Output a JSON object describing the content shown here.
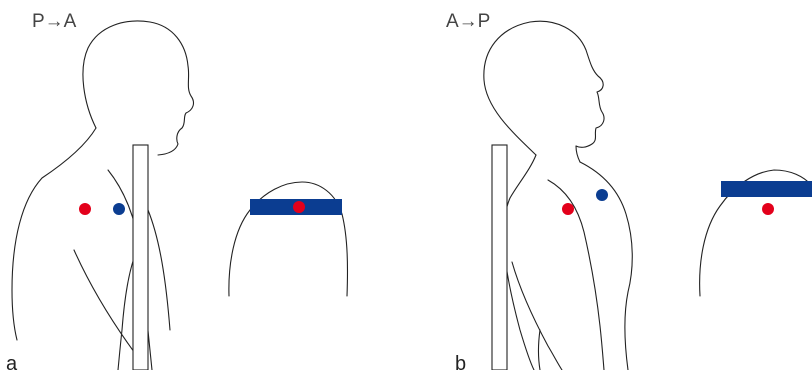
{
  "panels": [
    {
      "id": "a",
      "label": "a",
      "direction": "P→A"
    },
    {
      "id": "b",
      "label": "b",
      "direction": "A→P"
    }
  ],
  "colors": {
    "red_marker": "#e3001b",
    "blue_marker": "#0b3d91",
    "detector_bar": "#0b3d91",
    "outline": "#222222"
  },
  "icons": {
    "red_marker": "red-dot-icon",
    "blue_marker": "blue-dot-icon"
  }
}
